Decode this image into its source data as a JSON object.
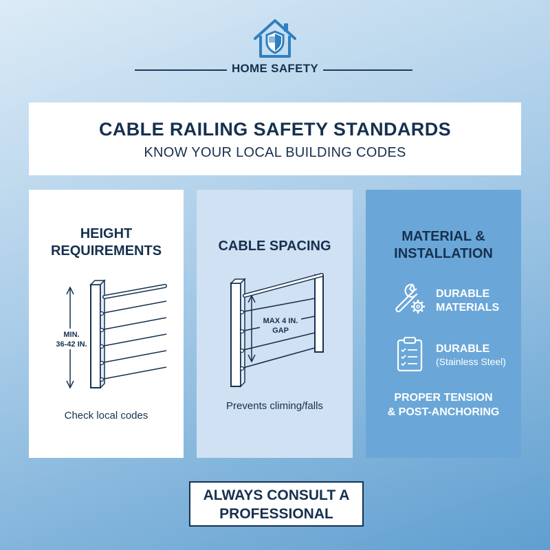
{
  "brand": {
    "label": "HOME SAFETY",
    "icon": "house-shield-icon"
  },
  "banner": {
    "title": "CABLE RAILING SAFETY STANDARDS",
    "subtitle": "KNOW YOUR LOCAL BUILDING CODES"
  },
  "panels": {
    "height": {
      "title_line1": "HEIGHT",
      "title_line2": "REQUIREMENTS",
      "measure_line1": "MIN.",
      "measure_line2": "36-42 IN.",
      "caption": "Check local codes",
      "icon": "railing-height-diagram"
    },
    "spacing": {
      "title": "CABLE SPACING",
      "measure_line1": "MAX 4 IN.",
      "measure_line2": "GAP",
      "caption": "Prevents climing/falls",
      "icon": "railing-spacing-diagram"
    },
    "material": {
      "title_line1": "MATERIAL &",
      "title_line2": "INSTALLATION",
      "item1_line1": "DURABLE",
      "item1_line2": "MATERIALS",
      "item1_icon": "wrench-gear-icon",
      "item2_line1": "DURABLE",
      "item2_line2": "(Stainless Steel)",
      "item2_icon": "clipboard-checklist-icon",
      "footer_line1": "PROPER TENSION",
      "footer_line2": "& POST-ANCHORING"
    }
  },
  "callout": {
    "line1": "ALWAYS CONSULT A",
    "line2": "PROFESSIONAL"
  },
  "colors": {
    "navy": "#16304f",
    "accent_blue": "#2f7fc1",
    "panel_mid": "#cfe1f2",
    "panel_dark": "#6aa7d8"
  }
}
